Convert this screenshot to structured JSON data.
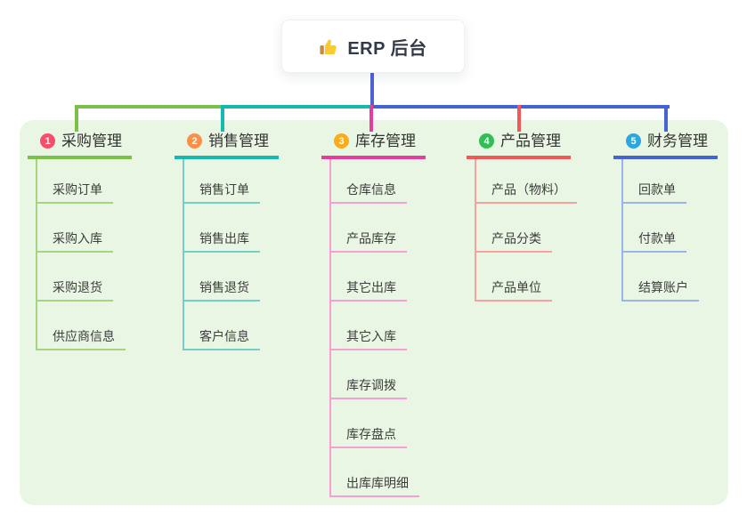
{
  "root": {
    "title": "ERP 后台",
    "icon": "thumbs-up-icon"
  },
  "branches": [
    {
      "number": "1",
      "label": "采购管理",
      "badge_color": "#f4506a",
      "line_color": "#7cbf4a",
      "child_line_color": "#a6d57f",
      "children": [
        "采购订单",
        "采购入库",
        "采购退货",
        "供应商信息"
      ]
    },
    {
      "number": "2",
      "label": "销售管理",
      "badge_color": "#fa9048",
      "line_color": "#16b9ae",
      "child_line_color": "#74cec7",
      "children": [
        "销售订单",
        "销售出库",
        "销售退货",
        "客户信息"
      ]
    },
    {
      "number": "3",
      "label": "库存管理",
      "badge_color": "#fbab1c",
      "line_color": "#e53c9e",
      "child_line_color": "#f4a0d2",
      "children": [
        "仓库信息",
        "产品库存",
        "其它出库",
        "其它入库",
        "库存调拨",
        "库存盘点",
        "出库库明细"
      ]
    },
    {
      "number": "4",
      "label": "产品管理",
      "badge_color": "#2fbf53",
      "line_color": "#f25858",
      "child_line_color": "#f8a09c",
      "children": [
        "产品（物料）",
        "产品分类",
        "产品单位"
      ]
    },
    {
      "number": "5",
      "label": "财务管理",
      "badge_color": "#2ba6df",
      "line_color": "#4464d4",
      "child_line_color": "#9ab3e8",
      "children": [
        "回款单",
        "付款单",
        "结算账户"
      ]
    }
  ],
  "connector": {
    "stem_color": "#4c63d4"
  },
  "canvas": {
    "background": "#ffffff",
    "panel_background": "#e9f6e3",
    "text_color": "#3d3d3d"
  }
}
